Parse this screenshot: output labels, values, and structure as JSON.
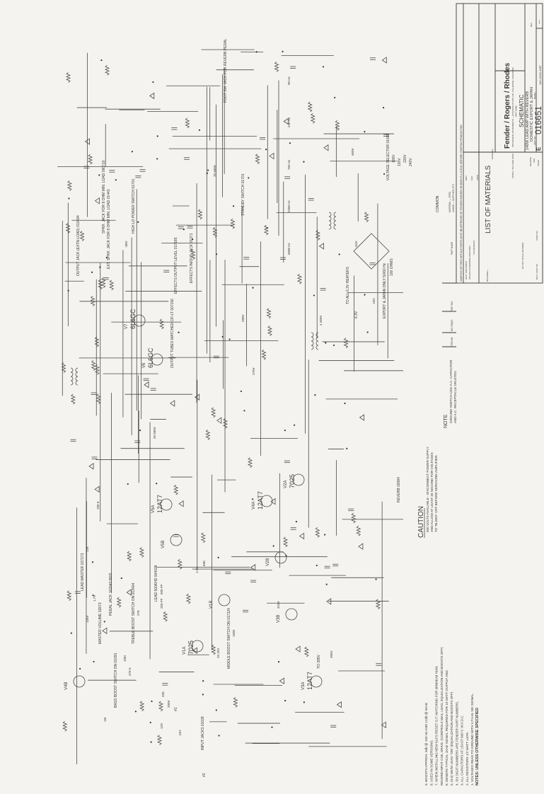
{
  "title_block": {
    "list_of_materials": "LIST OF MATERIALS",
    "samples_note": "SAMPLES OF FIRST ARTICLE PARTS MUST BE APPROVED BY FENDER ROGERS RHODES R & D ENG. BEFORE STARTING PRODUCTION",
    "material_spec": "MATERIAL — SPEC.",
    "usage_spec": "USAGE — SUPPLIER, ETC.",
    "part_name_header": "PART NAME",
    "part_no_header": "PART NO.",
    "no_reqd_header": "NO. REQ'D",
    "item_no_header": "ITEM NO.",
    "brand": "Fender / Rogers / Rhodes",
    "company": "CBS MUSICAL INSTRUMENTS — A DIVISION OF CBS, INC. FULLERTON, CALIFORNIA",
    "part_name_label": "PART NAME",
    "part_name": "SCHEMATIC",
    "description_1": "140W LEAD AMP WITH REVERB",
    "description_2": "DOMESTIC EXPORT & JAPAN",
    "part_no_label": "PART NO.",
    "part_no": "016651",
    "size_label": "SIZE",
    "size": "E",
    "model_label": "MODEL",
    "model": "140 LEAD AMP",
    "rev_label": "REV",
    "rev": "—",
    "release_label": "RELEASE",
    "scale_label": "SCALE",
    "tolerances_header": "UNLESS OTHERWISE SPECIFIED",
    "tolerances_label": "TOLERANCES",
    "heat_treatment": "HEAT TREATMENT",
    "rockwell": "ROCKWELL",
    "next_assy": "NEXT ASSY NO.",
    "used_on": "USED ON",
    "finish": "FINISH / TEXTURE SPEC.",
    "material": "MATERIAL",
    "drawn_label": "DRN",
    "checked_label": "CHK",
    "approved_label": "APPD",
    "do_not_scale": "DO NOT SCALE DRAWING"
  },
  "caution": {
    "title": "CAUTION",
    "lines": [
      "500 VOLTS AVAILABLE - DISCONNECT POWER SUPPLY",
      "AND ALLOW AT LEAST 30 SECOND FOR VOLTAGES",
      "TO \"BLEED\" OFF BEFORE SERVICING AMPLIFIER."
    ]
  },
  "notes": {
    "heading": "NOTES: UNLESS OTHERWISE SPECIFIED",
    "items": [
      "1. VOLTAGES READ TO GROUND WITH V.T.V.M. NO SIGNAL.",
      "2. ALL RESISTORS 1/2 WATT ±10%.",
      "3. ALL CAPACITORS AT LEAST 600 V. W.V.D.C.",
      "4. SIX DIGIT NUMBERS ARE FENDER PART NUMBERS.",
      "5. (0.5) MV/W LEAD \"ON\" (EQUALIZATION AND BOOSTS OFF)",
      "6. DENOTE TYPICAL 1KHZ SIGNAL REQUIRED FOR 10 WATT OUTPUT AND",
      "REVERB INPUT COIL DRIVE. (CONTROLS MAX, LEAD, EQUALIZATION AND BOOSTS OFF)",
      "7. WHEN INSTALLING NEW 6L6'S RESET O.T. MATCHING FOR MINIMUM HUM.",
      "8. USED IN SOME VERSIONS.",
      "9. BOOSTS APPROX. 9db @ 100 Hz AND 12db @ 5KHz"
    ]
  },
  "ac_note": {
    "title": "NOTE",
    "text_1": "GROUND SWITCH 125V A.C. CAPACITOR",
    "text_2": "AND A.C. RECEPTACLE DELETED"
  },
  "tubes": [
    {
      "label": "V1A",
      "type": "7025"
    },
    {
      "label": "V1B",
      "type": ""
    },
    {
      "label": "V2A",
      "type": "7025"
    },
    {
      "label": "V2B",
      "type": ""
    },
    {
      "label": "V3A",
      "type": "12AT7"
    },
    {
      "label": "V3B",
      "type": ""
    },
    {
      "label": "V4A",
      "type": "12AT7"
    },
    {
      "label": "V4B",
      "type": ""
    },
    {
      "label": "V5A",
      "type": "12AT7"
    },
    {
      "label": "V5B",
      "type": ""
    },
    {
      "label": "V6",
      "type": "6L6GC"
    },
    {
      "label": "V7",
      "type": "6L6GC"
    }
  ],
  "labels": [
    "INPUT JACKS 01028",
    "#1",
    "#2",
    "BASS BOOST SWITCH ON 01691",
    "TREBLE BOOST SWITCH ON 013404",
    "MIDDLE BOOST SWITCH ON 017324",
    "MASTER VOLUME 02873",
    "LEAD MASTER 027173",
    "LEAD 500KHD 004038",
    "PEDAL JACK 102043 RED",
    "OUTPUT JACK (EXTN LOAD) 013494",
    "SPKR. JACK FOR 8 OHM MIN. LOAD 080710",
    "EXT. SPKR. JACK FOR 8 OHM MIN. LOAD 01443",
    "HIGH LO POWER SWITCH 01701",
    "STANDBY SWITCH 01701",
    "OUTPUT TUBES MATCHED CR-LT 007156",
    "EFFECTS OUTPUT LEVEL 017185",
    "EFFECTS IN/OUT JACK 01371",
    "TO ALL 6.3V HEATERS",
    "FOOT SW. JACK FOR REVERB PEDAL",
    "REVERB 02084",
    "TO 395V",
    "VOLTAGE SELECTOR 01602",
    "COMMON",
    "100V",
    "120V",
    "220V",
    "240V",
    "EXPORT & JAPAN ONLY 50/60 Hz",
    "100 OHMS",
    "6.3V",
    "100 K",
    "470 K",
    "1M",
    "22K",
    "33K",
    "68K",
    "1500",
    "270",
    "10M",
    "250 PF",
    ".022",
    ".047",
    "500 PF",
    "20 500V",
    "25 25V",
    "4 450V",
    "70 400V"
  ],
  "eq_frequencies": [
    "90 Hz",
    "240 Hz",
    "750 Hz",
    "2200 Hz",
    "6600 Hz"
  ],
  "voltages": [
    "145V",
    "200V",
    "415V",
    "-58V",
    "-54V",
    "395V",
    "270V",
    "280V",
    "460V",
    "1.5V",
    "1.7V",
    "12V"
  ]
}
